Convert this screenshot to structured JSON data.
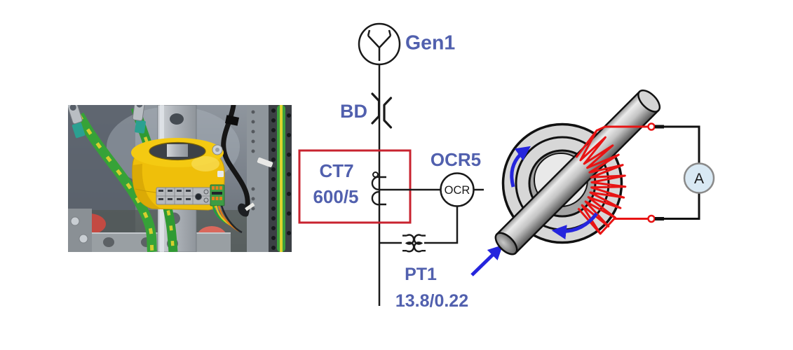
{
  "diagram": {
    "generator": {
      "label": "Gen1"
    },
    "breaker": {
      "label": "BD"
    },
    "ct": {
      "label": "CT7",
      "ratio": "600/5"
    },
    "relay": {
      "label": "OCR5",
      "symbol_text": "OCR"
    },
    "pt": {
      "label": "PT1",
      "ratio": "13.8/0.22"
    }
  },
  "illustration": {
    "ammeter_label": "A"
  },
  "colors": {
    "label_blue": "#5160ae",
    "line_black": "#1a1a1a",
    "highlight_red": "#c8232f",
    "winding_red": "#e81414",
    "arrow_blue": "#2525dd",
    "ammeter_fill": "#d9e9f4",
    "ct_device_yellow": "#efbf0a"
  }
}
